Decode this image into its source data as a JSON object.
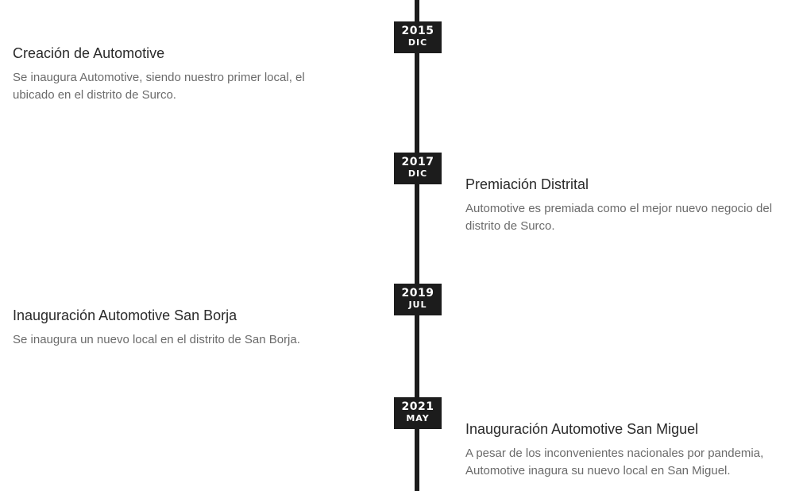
{
  "timeline": {
    "events": [
      {
        "year": "2015",
        "month": "DIC",
        "title": "Creación de Automotive",
        "description": "Se inaugura Automotive, siendo nuestro primer local, el ubicado en el distrito de Surco."
      },
      {
        "year": "2017",
        "month": "DIC",
        "title": "Premiación Distrital",
        "description": "Automotive es premiada como el mejor nuevo negocio del distrito de Surco."
      },
      {
        "year": "2019",
        "month": "JUL",
        "title": "Inauguración Automotive San Borja",
        "description": "Se inaugura un nuevo local en el distrito de San Borja."
      },
      {
        "year": "2021",
        "month": "MAY",
        "title": "Inauguración Automotive San Miguel",
        "description": "A pesar de los inconvenientes nacionales por pandemia, Automotive inagura su nuevo local en San Miguel."
      }
    ]
  },
  "colors": {
    "line": "#1c1c1c",
    "badge_bg": "#1c1c1c",
    "badge_text": "#ffffff",
    "title_text": "#2a2a2a",
    "desc_text": "#6b6b6b"
  }
}
